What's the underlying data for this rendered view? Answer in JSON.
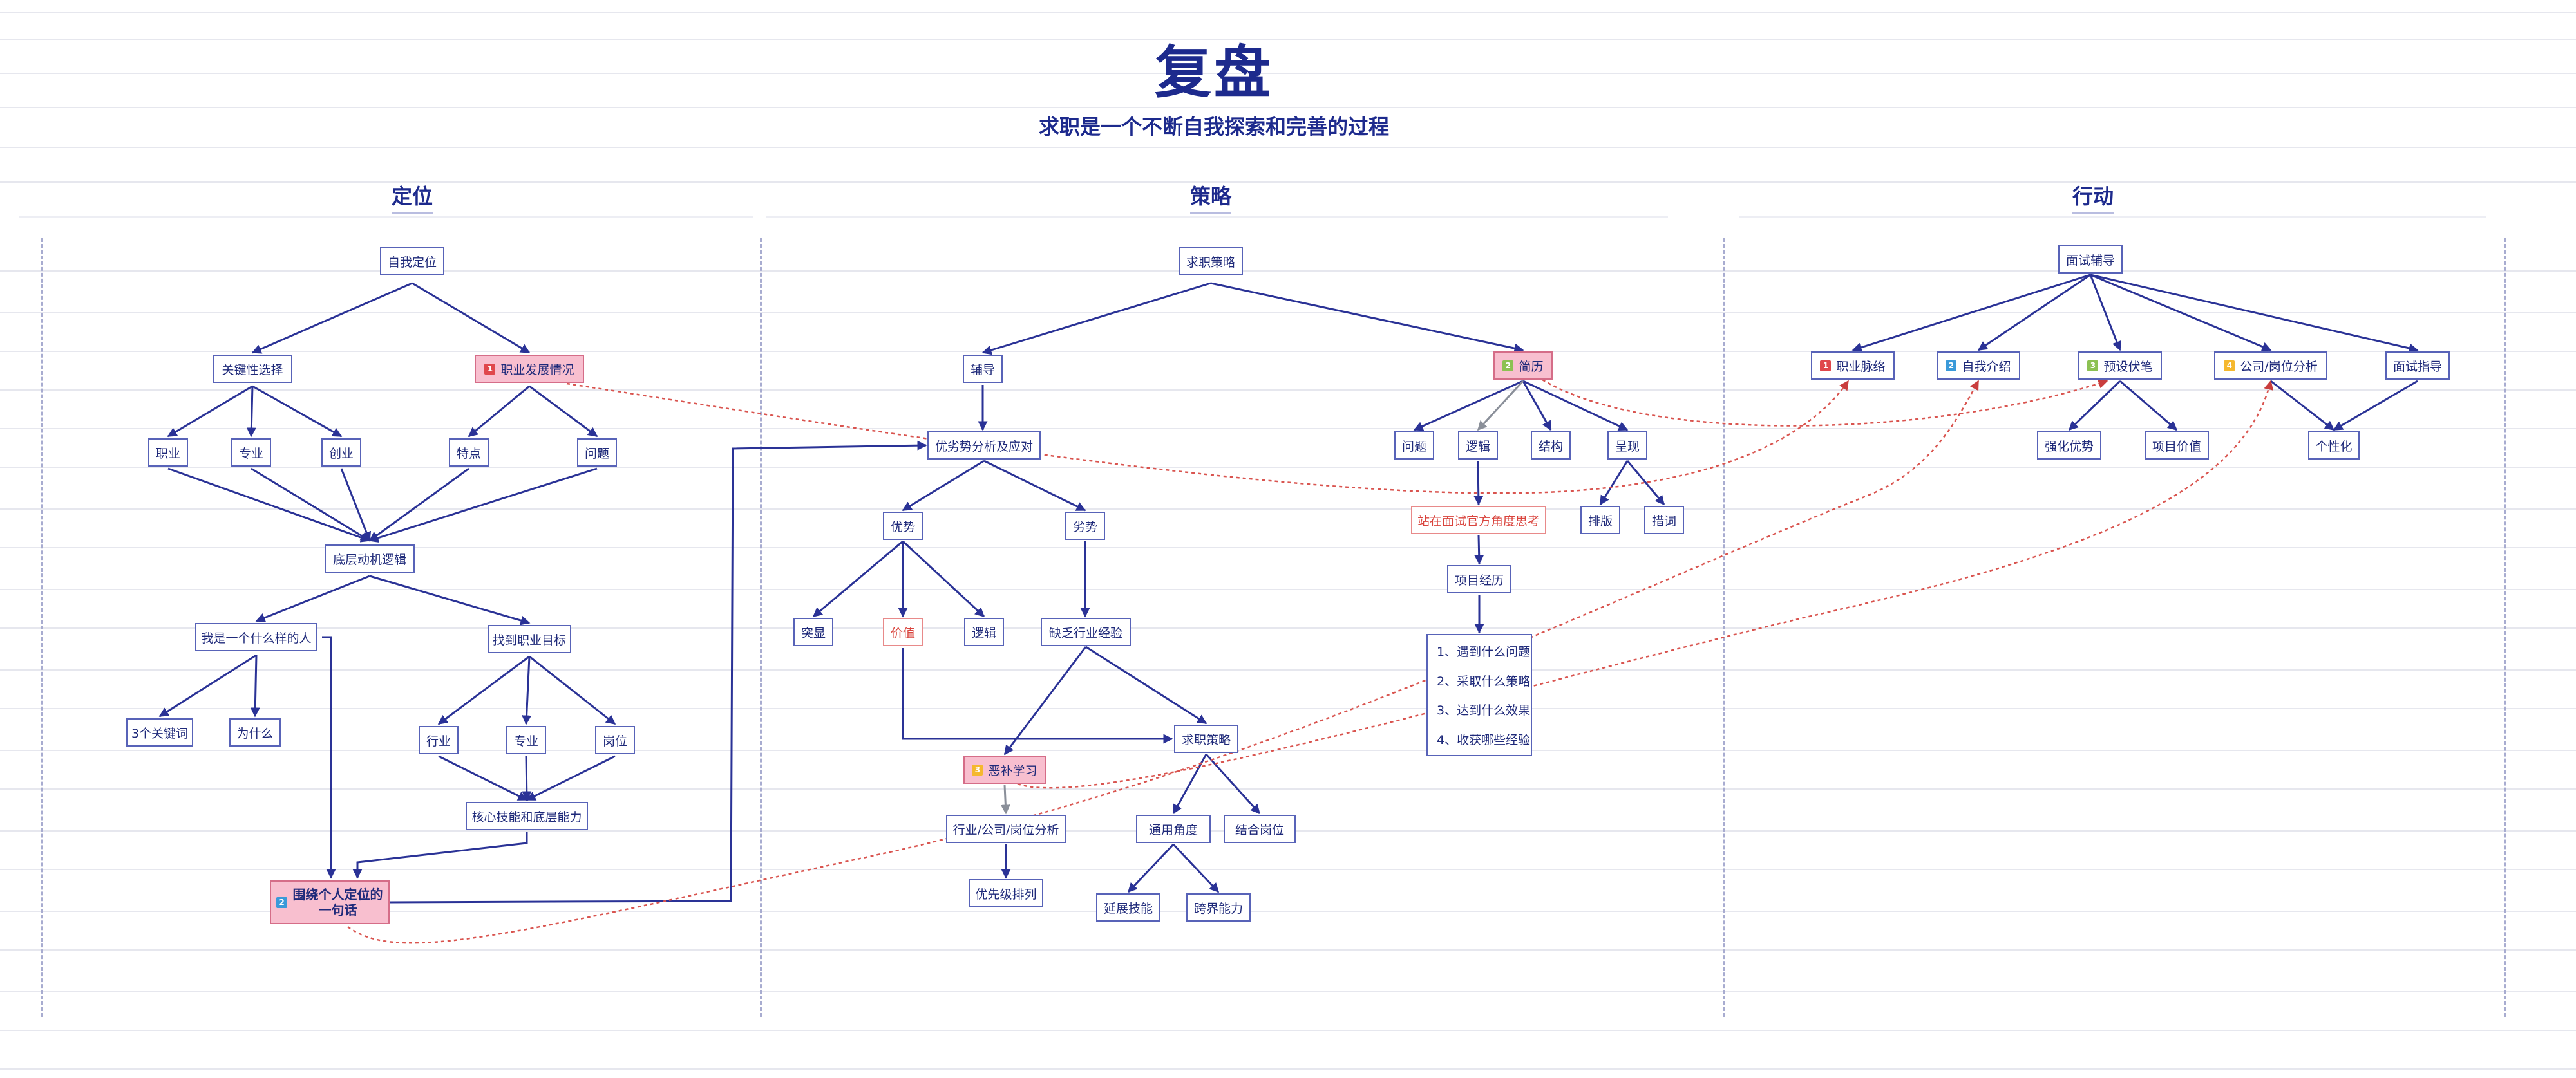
{
  "title": "复盘",
  "subtitle": "求职是一个不断自我探索和完善的过程",
  "sections": [
    "定位",
    "策略",
    "行动"
  ],
  "colors": {
    "ink": "#1d2a8d",
    "edge": "#2a3296",
    "highlight": "#f8bfcf",
    "badge_red": "#e0474c",
    "badge_blue": "#3a9ad9",
    "badge_green": "#8cc152",
    "badge_yellow": "#f5b82e",
    "dashed_link": "#d9544f"
  },
  "nodes": [
    {
      "id": "s1",
      "text": "自我定位"
    },
    {
      "id": "s2",
      "text": "关键性选择"
    },
    {
      "id": "s3",
      "text": "职业发展情况",
      "badge": "1"
    },
    {
      "id": "s4",
      "text": "职业"
    },
    {
      "id": "s5",
      "text": "专业"
    },
    {
      "id": "s6",
      "text": "创业"
    },
    {
      "id": "s7",
      "text": "特点"
    },
    {
      "id": "s8",
      "text": "问题"
    },
    {
      "id": "s9",
      "text": "底层动机逻辑"
    },
    {
      "id": "s10",
      "text": "我是一个什么样的人"
    },
    {
      "id": "s11",
      "text": "找到职业目标"
    },
    {
      "id": "s12",
      "text": "3个关键词"
    },
    {
      "id": "s13",
      "text": "为什么"
    },
    {
      "id": "s14",
      "text": "行业"
    },
    {
      "id": "s15",
      "text": "专业"
    },
    {
      "id": "s16",
      "text": "岗位"
    },
    {
      "id": "s17",
      "text": "核心技能和底层能力"
    },
    {
      "id": "s18",
      "text": "围绕个人定位的一句话",
      "badge": "2"
    },
    {
      "id": "t1",
      "text": "求职策略"
    },
    {
      "id": "t2",
      "text": "辅导"
    },
    {
      "id": "t3",
      "text": "简历",
      "badge": "2"
    },
    {
      "id": "t4",
      "text": "优劣势分析及应对"
    },
    {
      "id": "t5",
      "text": "优势"
    },
    {
      "id": "t6",
      "text": "劣势"
    },
    {
      "id": "t7",
      "text": "突显"
    },
    {
      "id": "t8",
      "text": "价值"
    },
    {
      "id": "t9",
      "text": "逻辑"
    },
    {
      "id": "t10",
      "text": "缺乏行业经验"
    },
    {
      "id": "t11",
      "text": "求职策略"
    },
    {
      "id": "t12",
      "text": "恶补学习",
      "badge": "3"
    },
    {
      "id": "t13",
      "text": "行业/公司/岗位分析"
    },
    {
      "id": "t14",
      "text": "优先级排列"
    },
    {
      "id": "t15",
      "text": "通用角度"
    },
    {
      "id": "t16",
      "text": "结合岗位"
    },
    {
      "id": "t17",
      "text": "延展技能"
    },
    {
      "id": "t18",
      "text": "跨界能力"
    },
    {
      "id": "t19",
      "text": "问题"
    },
    {
      "id": "t20",
      "text": "逻辑"
    },
    {
      "id": "t21",
      "text": "结构"
    },
    {
      "id": "t22",
      "text": "呈现"
    },
    {
      "id": "t23",
      "text": "站在面试官方角度思考"
    },
    {
      "id": "t24",
      "text": "排版"
    },
    {
      "id": "t25",
      "text": "措词"
    },
    {
      "id": "t26",
      "text": "项目经历"
    },
    {
      "id": "t27",
      "lines": [
        "1、遇到什么问题",
        "2、采取什么策略",
        "3、达到什么效果",
        "4、收获哪些经验"
      ]
    },
    {
      "id": "a1",
      "text": "面试辅导"
    },
    {
      "id": "a2",
      "text": "职业脉络",
      "badge": "1"
    },
    {
      "id": "a3",
      "text": "自我介绍",
      "badge": "2"
    },
    {
      "id": "a4",
      "text": "预设伏笔",
      "badge": "3"
    },
    {
      "id": "a5",
      "text": "公司/岗位分析",
      "badge": "4"
    },
    {
      "id": "a6",
      "text": "面试指导"
    },
    {
      "id": "a7",
      "text": "强化优势"
    },
    {
      "id": "a8",
      "text": "项目价值"
    },
    {
      "id": "a9",
      "text": "个性化"
    }
  ]
}
